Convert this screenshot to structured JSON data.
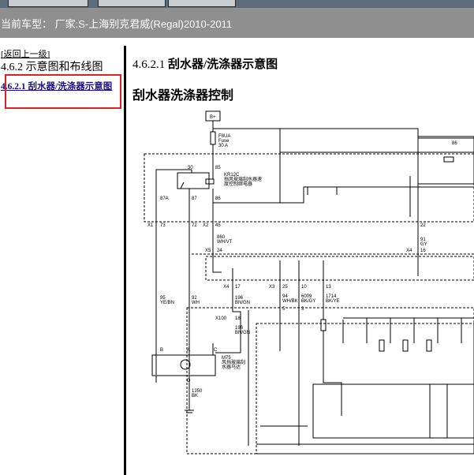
{
  "header": {
    "vehicle_label": "当前车型：  厂家:S-上海别克君威(Regal)2010-2011"
  },
  "sidebar": {
    "back_link": "[返回上一级]",
    "section_title": "4.6.2 示意图和布线图",
    "nav_items": [
      {
        "label": "4.6.2.1 刮水器/洗涤器示意图",
        "active": true
      }
    ]
  },
  "main": {
    "section_number": "4.6.2.1",
    "section_title": "刮水器/洗涤器示意图",
    "subtitle": "刮水器洗涤器控制"
  },
  "diagram": {
    "labels": {
      "bplus": "B+",
      "fuse_id": "F8UA",
      "fuse_name": "Fuse",
      "fuse_rating": "30 A",
      "relay_id": "KR12C",
      "relay_desc1": "挡风玻璃刮水器速",
      "relay_desc2": "度控制继电器",
      "r30": "30",
      "r85": "85",
      "r87a": "87A",
      "r87": "87",
      "r86": "86",
      "x1": "X1",
      "p73": "73",
      "p72": "72",
      "p45a": "X2",
      "p45": "45",
      "p22": "22",
      "w860": "860",
      "c860": "WH/VT",
      "w91": "91",
      "c91": "GY",
      "x5": "X5",
      "p24": "24",
      "x4a": "X4",
      "p16": "16",
      "x4b": "X4",
      "p17": "17",
      "x3": "X3",
      "p25": "25",
      "p10": "10",
      "p13": "13",
      "w95": "95",
      "c95": "YE/BN",
      "w92": "92",
      "c92": "WH",
      "w196a": "196",
      "c196a": "BN/GN",
      "w94": "94",
      "c94": "WH/BK",
      "w6009": "6009",
      "c6009": "BK/GY",
      "w1714": "1714",
      "c1714": "BK/YE",
      "x100": "X100",
      "p18": "18",
      "w196b": "196",
      "c196b": "BN/GN",
      "p5": "5",
      "p3": "3",
      "pb": "B",
      "pa": "A",
      "pc": "C",
      "pd": "D",
      "motor_id": "M75",
      "motor_desc1": "风挡玻璃刮",
      "motor_desc2": "水器马达",
      "w1350": "1350",
      "c1350": "BK",
      "r86b": "86"
    }
  }
}
